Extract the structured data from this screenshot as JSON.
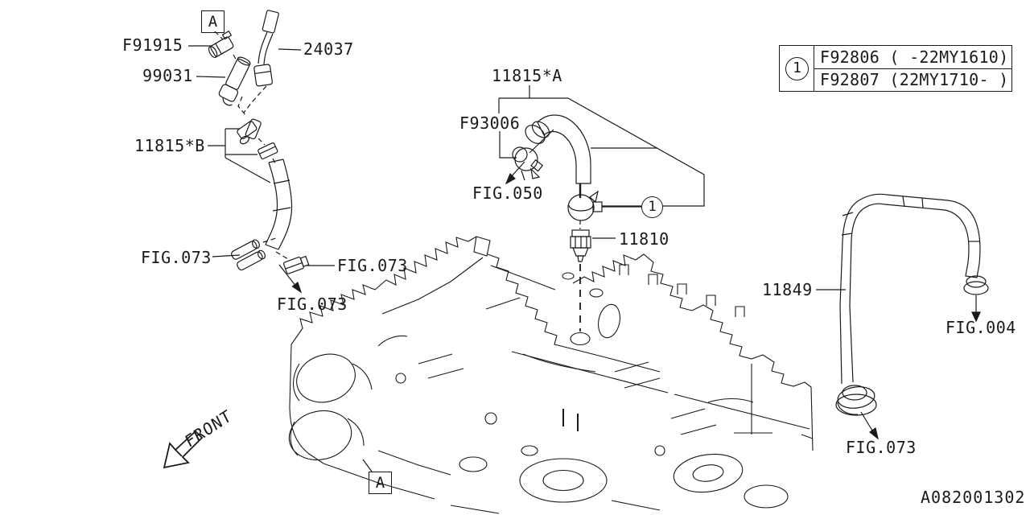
{
  "diagram": {
    "type": "parts-diagram",
    "subject": "engine emission control / PCV system exploded view"
  },
  "labels": {
    "f91915": "F91915",
    "p99031": "99031",
    "p24037": "24037",
    "p11815b": "11815*B",
    "p11815a": "11815*A",
    "f93006": "F93006",
    "fig050": "FIG.050",
    "p11810": "11810",
    "p11849": "11849",
    "fig004": "FIG.004",
    "fig073": "FIG.073",
    "front": "FRONT"
  },
  "callouts": {
    "a_marker": "A",
    "circle1": "1"
  },
  "ref_table": {
    "callout": "1",
    "rows": [
      "F92806 ( -22MY1610)",
      "F92807 (22MY1710- )"
    ]
  },
  "footer": {
    "doc_number": "A082001302"
  },
  "colors": {
    "line": "#1a1a1a",
    "background": "#ffffff"
  }
}
